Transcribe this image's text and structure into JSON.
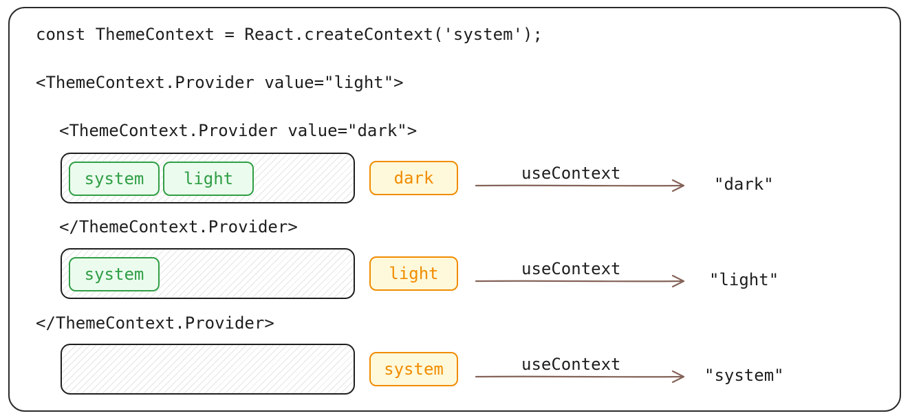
{
  "code": {
    "create_line": "const ThemeContext = React.createContext('system');",
    "outer_open": "<ThemeContext.Provider value=\"light\">",
    "inner_open": "<ThemeContext.Provider value=\"dark\">",
    "inner_close": "</ThemeContext.Provider>",
    "outer_close": "</ThemeContext.Provider>"
  },
  "rows": [
    {
      "stack": [
        "system",
        "light"
      ],
      "current": "dark",
      "arrow_label": "useContext",
      "result": "\"dark\""
    },
    {
      "stack": [
        "system"
      ],
      "current": "light",
      "arrow_label": "useContext",
      "result": "\"light\""
    },
    {
      "stack": [],
      "current": "system",
      "arrow_label": "useContext",
      "result": "\"system\""
    }
  ],
  "colors": {
    "stack_chip": "#2f9e44",
    "current_chip": "#f08c00",
    "arrow": "#846358",
    "text": "#1e1e1e"
  }
}
